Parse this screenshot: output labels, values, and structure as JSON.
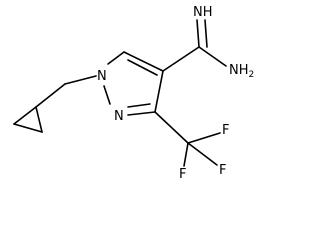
{
  "molecule": {
    "atoms": {
      "imine": "NH",
      "amine": "NH2",
      "pyrazole_n1": "N",
      "pyrazole_n2": "N",
      "fluorine_1": "F",
      "fluorine_2": "F",
      "fluorine_3": "F"
    }
  }
}
